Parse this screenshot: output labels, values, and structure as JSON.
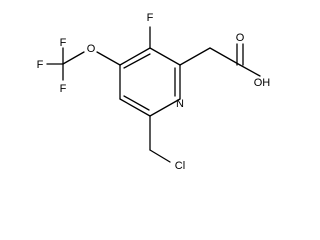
{
  "molecule": {
    "atoms": {
      "fluoro": "F",
      "cf3_f_top": "F",
      "cf3_f_left": "F",
      "cf3_f_bottom": "F",
      "ether_oxygen": "O",
      "ring_nitrogen": "N",
      "chlorine": "Cl",
      "carbonyl_oxygen": "O",
      "hydroxyl": "OH"
    },
    "colors": {
      "bond": "#000000",
      "label": "#000000",
      "background": "#ffffff"
    }
  }
}
